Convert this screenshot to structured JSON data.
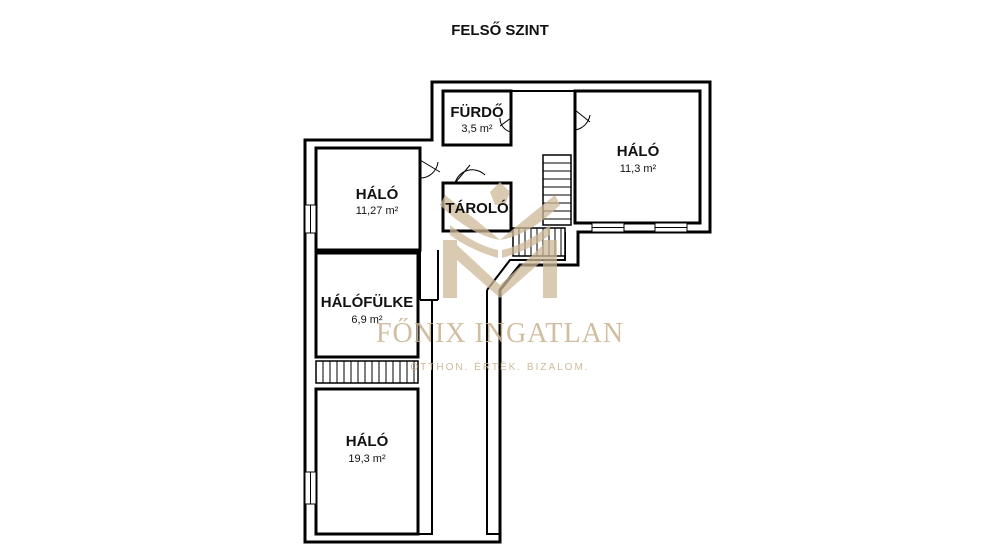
{
  "title": "FELSŐ SZINT",
  "rooms": [
    {
      "id": "furdo",
      "name": "FÜRDŐ",
      "area": "3,5 m²"
    },
    {
      "id": "halo_right",
      "name": "HÁLÓ",
      "area": "11,3 m²"
    },
    {
      "id": "halo_topleft",
      "name": "HÁLÓ",
      "area": "11,27 m²"
    },
    {
      "id": "tarolo",
      "name": "TÁROLÓ",
      "area": ""
    },
    {
      "id": "halofulke",
      "name": "HÁLÓFÜLKE",
      "area": "6,9 m²"
    },
    {
      "id": "halo_bottom",
      "name": "HÁLÓ",
      "area": "19,3 m²"
    }
  ],
  "watermark": {
    "brand": "FŐNIX INGATLAN",
    "tagline": "OTTHON. ÉRTÉK. BIZALOM.",
    "color": "#c9b390"
  }
}
